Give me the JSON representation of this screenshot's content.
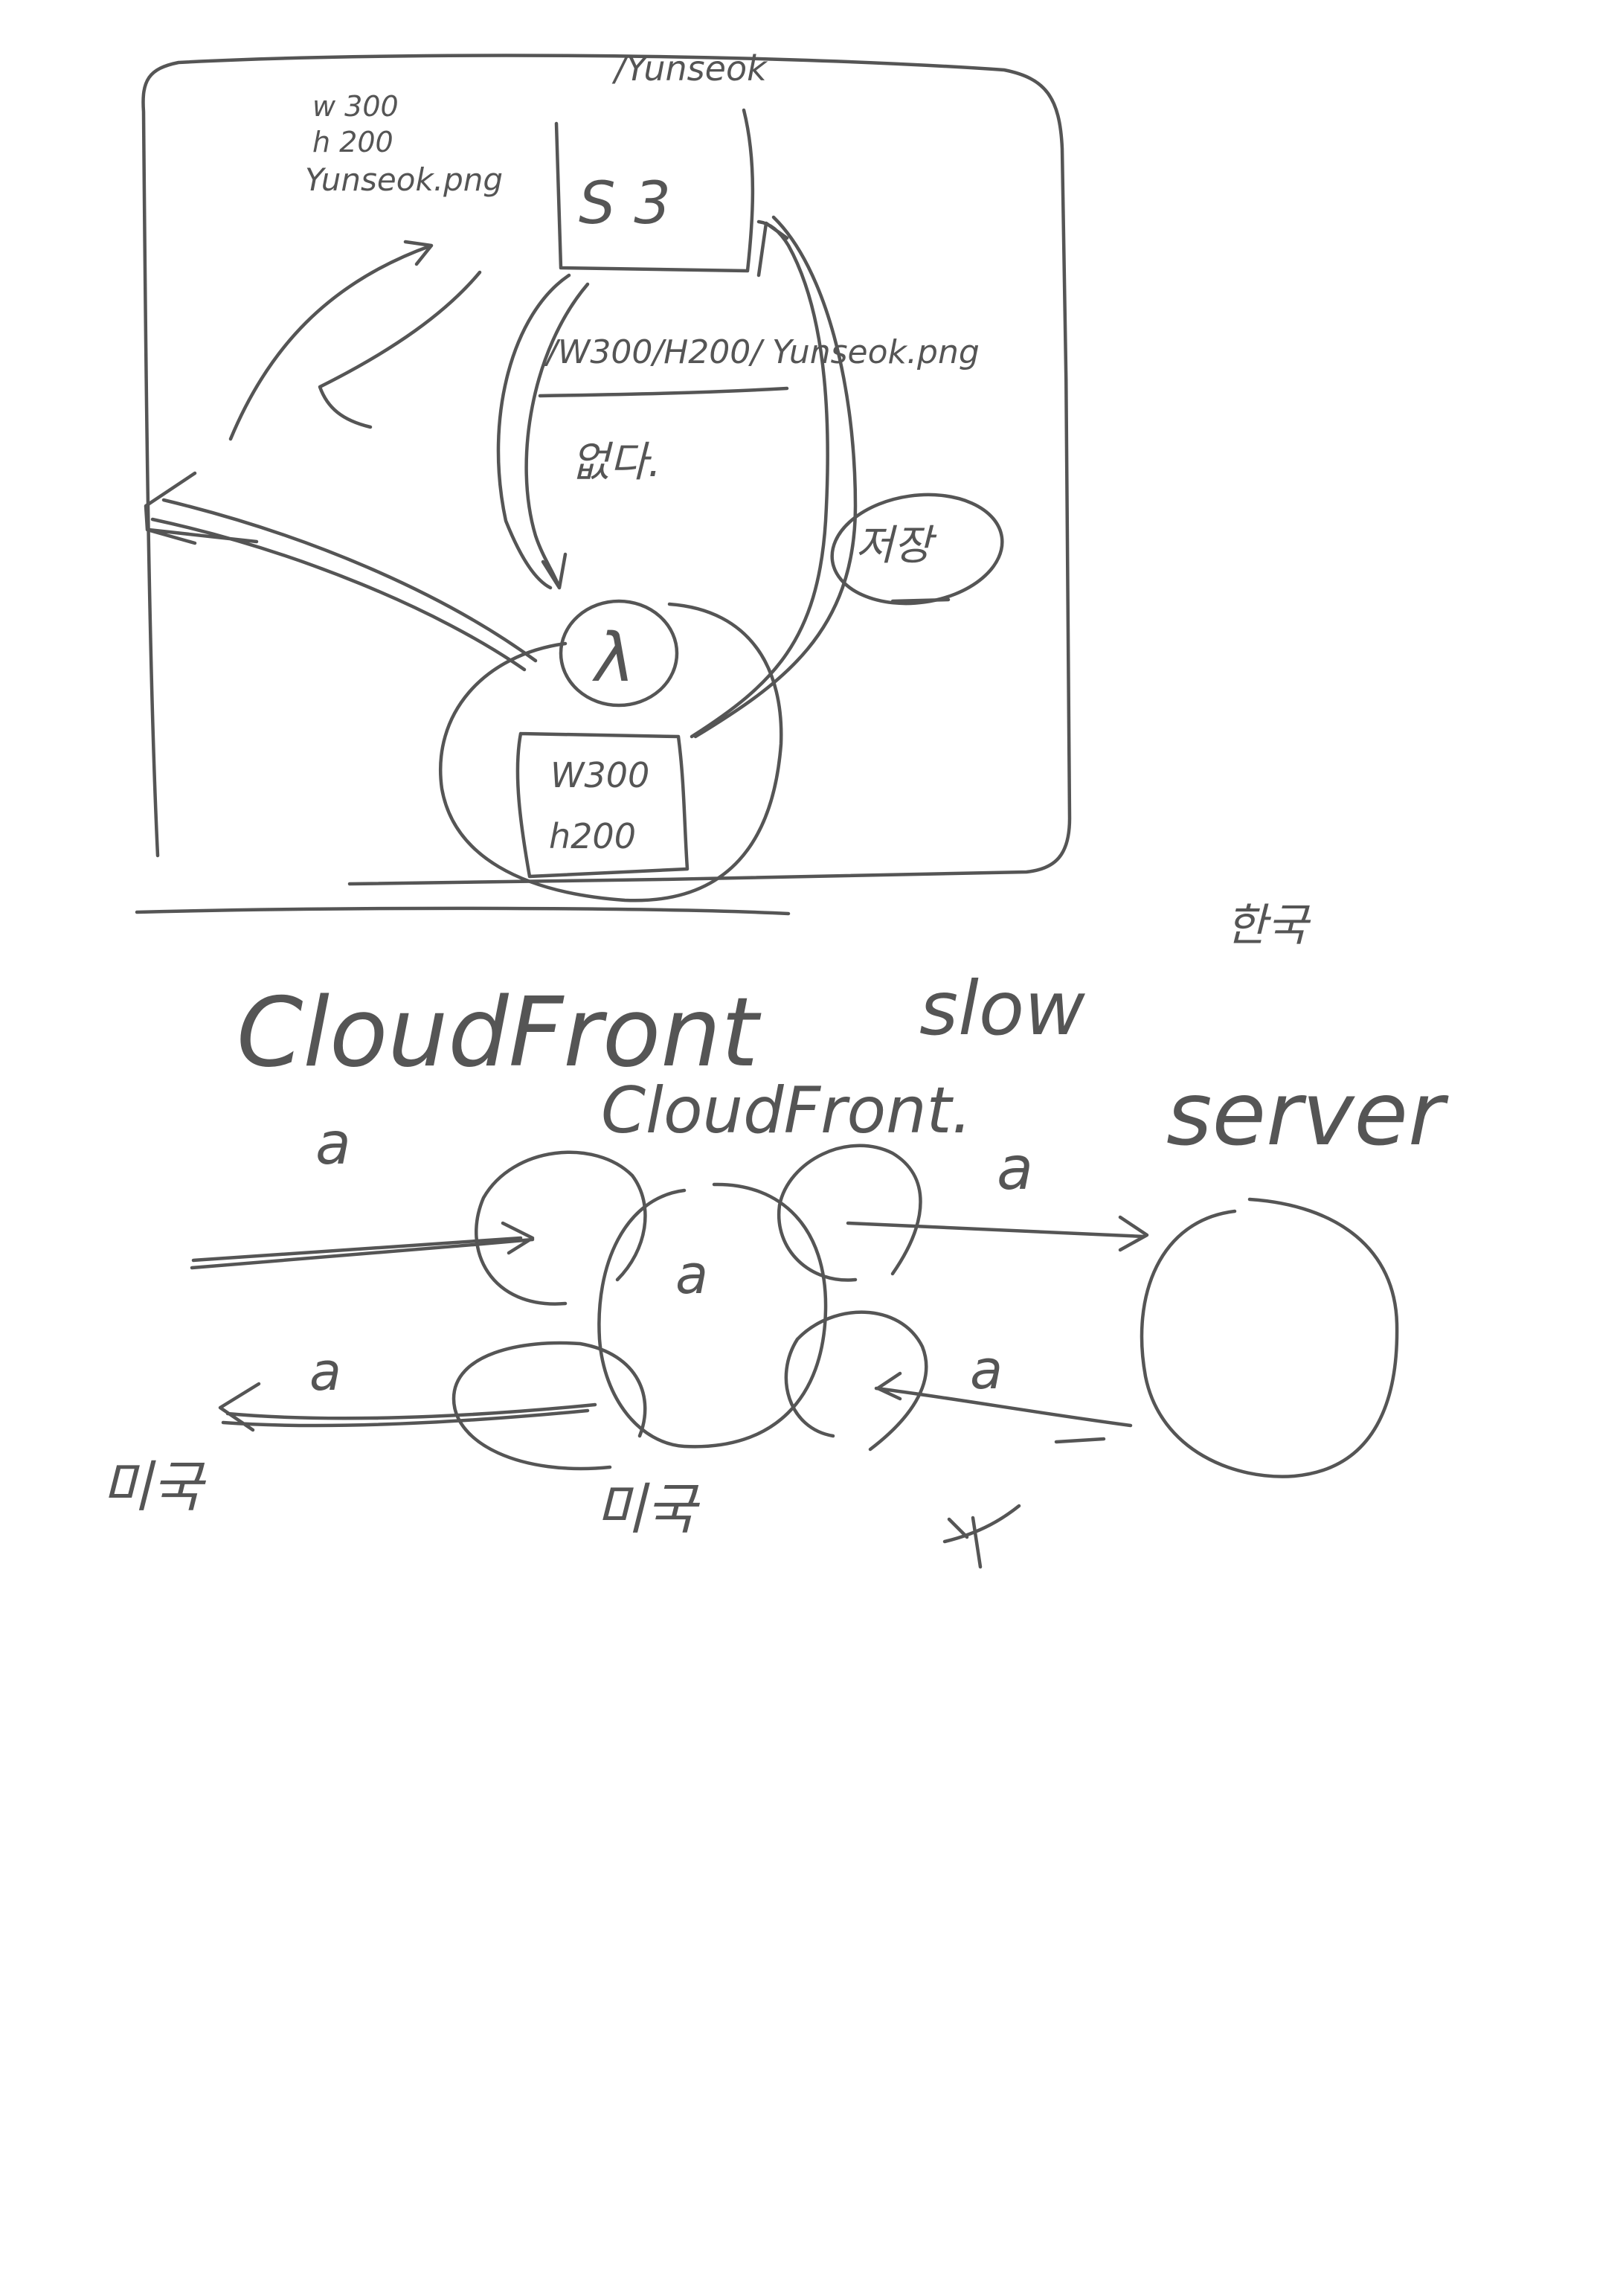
{
  "top_diagram": {
    "top_path": "/Yunseok",
    "query_params": {
      "width": "w 300",
      "height": "h 200",
      "filename": "Yunseok.png"
    },
    "s3_label": "S 3",
    "resize_path": "/W300/H200/ Yunseok.png",
    "not_found_note": "없다.",
    "save_note": "저장",
    "lambda_label": "λ",
    "resized_image": {
      "width": "W300",
      "height": "h200"
    }
  },
  "middle": {
    "korean_note": "한국",
    "cloudfront_heading": "CloudFront",
    "slow_note": "slow"
  },
  "bottom_diagram": {
    "cloudfront_label": "CloudFront.",
    "server_label": "server",
    "request_label": "a",
    "core_label": "a",
    "forward_label": "a",
    "return_label": "a",
    "response_label": "a",
    "region_left": "미국",
    "region_center": "미국"
  }
}
